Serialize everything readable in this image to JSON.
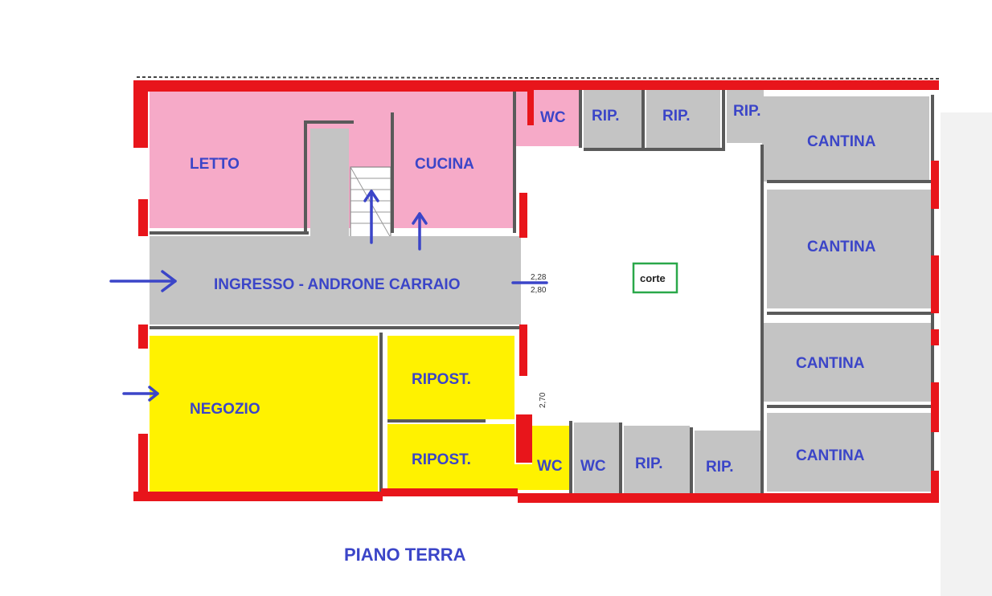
{
  "title": "PIANO TERRA",
  "rooms": {
    "letto": "LETTO",
    "cucina": "CUCINA",
    "wc_top": "WC",
    "rip_top_1": "RIP.",
    "rip_top_2": "RIP.",
    "rip_top_3": "RIP.",
    "cantina_1": "CANTINA",
    "cantina_2": "CANTINA",
    "cantina_3": "CANTINA",
    "cantina_4": "CANTINA",
    "ingresso": "INGRESSO - ANDRONE CARRAIO",
    "negozio": "NEGOZIO",
    "ripost_1": "RIPOST.",
    "ripost_2": "RIPOST.",
    "wc_bottom_1": "WC",
    "wc_bottom_2": "WC",
    "rip_bottom_1": "RIP.",
    "rip_bottom_2": "RIP.",
    "corte": "corte"
  },
  "dimensions": {
    "dim_1": "2,28",
    "dim_2": "2,80",
    "dim_3": "2,70"
  },
  "colors": {
    "wall": "#e8151b",
    "residential": "#f6aac8",
    "common": "#c4c4c4",
    "commercial": "#fff200",
    "label": "#3b45c8",
    "corte_box": "#2aa84a"
  }
}
